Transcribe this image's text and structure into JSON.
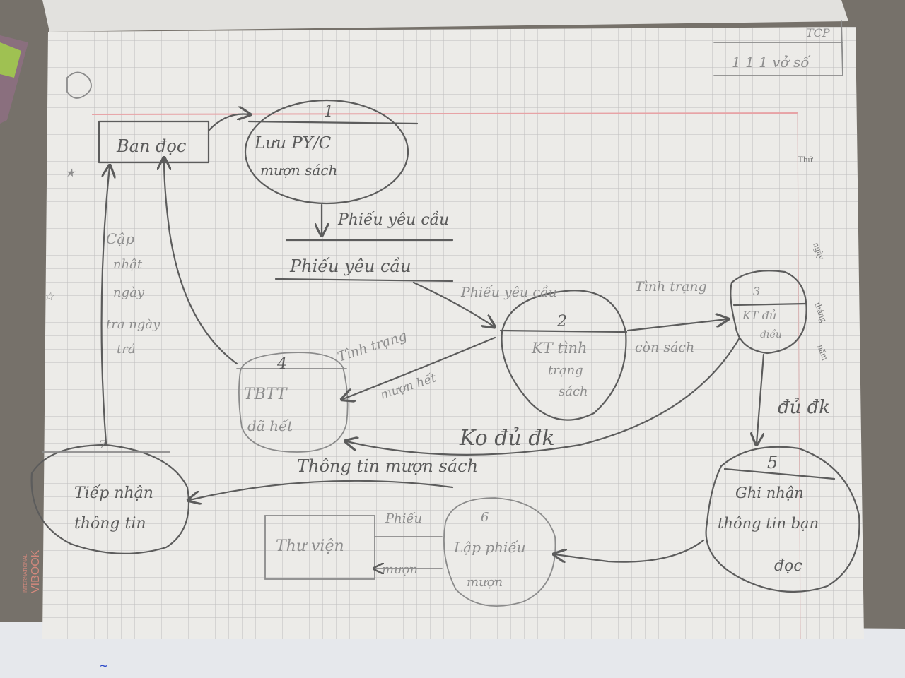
{
  "entities": {
    "reader": "Ban đọc",
    "library": "Thư viện"
  },
  "processes": [
    {
      "number": "1",
      "line1": "Lưu PY/C",
      "line2": "mượn sách"
    },
    {
      "number": "2",
      "line1": "KT tình",
      "line2": "trạng",
      "line3": "sách"
    },
    {
      "number": "3",
      "line1": "KT đủ",
      "line2": "điều"
    },
    {
      "number": "4",
      "line1": "TBTT",
      "line2": "đã hết"
    },
    {
      "number": "5",
      "line1": "Ghi nhận",
      "line2": "thông tin bạn",
      "line3": "đọc"
    },
    {
      "number": "6",
      "line1": "Lập phiếu",
      "line2": "mượn"
    },
    {
      "number": "7",
      "line1": "Tiếp nhận",
      "line2": "thông tin"
    }
  ],
  "datastore": {
    "label": "Phiếu yêu cầu"
  },
  "flows": {
    "request_to_store": "Phiếu yêu cầu",
    "store_to_p2": "Phiếu yêu cầu",
    "p2_to_p3": "Tình trạng",
    "p2_to_p3_b": "còn sách",
    "p2_to_p4": "Tình trạng",
    "p2_to_p4_b": "mượn hết",
    "p3_to_p4": "Ko đủ đk",
    "p3_to_p5": "đủ đk",
    "p4_to_reader": "Thông tin mượn sách",
    "p7_to_reader_1": "Cập",
    "p7_to_reader_2": "nhật",
    "p7_to_reader_3": "ngày",
    "p7_to_reader_4": "tra ngày",
    "p7_to_reader_5": "trả",
    "library_to_p6_a": "Phiếu",
    "library_to_p6_b": "mượn"
  },
  "margin": {
    "day_label": "Thứ",
    "date_label": "ngày",
    "month_label": "tháng",
    "year_label": "năm"
  },
  "corner_table": {
    "row1": "TCP",
    "row2": "1 1 1 vở số"
  },
  "brand": {
    "name": "VIBOOK",
    "sub": "INTERNATIONAL"
  }
}
